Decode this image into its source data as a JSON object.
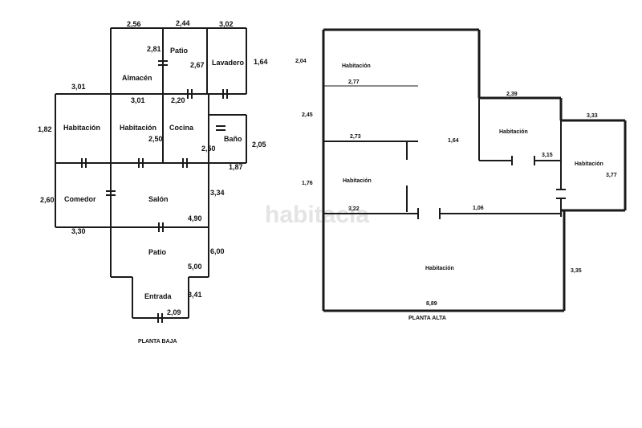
{
  "watermark": "habitacia",
  "planta_baja": {
    "title": "PLANTA BAJA",
    "rooms": {
      "almacen": "Almacén",
      "patio_top": "Patio",
      "lavadero": "Lavadero",
      "habitacion_left": "Habitación",
      "habitacion_mid": "Habitación",
      "cocina": "Cocina",
      "bano": "Baño",
      "comedor": "Comedor",
      "salon": "Salón",
      "patio": "Patio",
      "entrada": "Entrada"
    },
    "dims": {
      "d_2_56": "2,56",
      "d_2_44": "2,44",
      "d_3_02": "3,02",
      "d_2_81": "2,81",
      "d_2_67": "2,67",
      "d_1_64": "1,64",
      "d_3_01_a": "3,01",
      "d_3_01_b": "3,01",
      "d_2_20": "2,20",
      "d_1_82": "1,82",
      "d_2_50_a": "2,50",
      "d_2_50_b": "2,50",
      "d_2_05": "2,05",
      "d_1_87": "1,87",
      "d_2_60": "2,60",
      "d_3_34": "3,34",
      "d_4_90": "4,90",
      "d_3_30": "3,30",
      "d_6_00": "6,00",
      "d_5_00": "5,00",
      "d_3_41": "3,41",
      "d_2_09": "2,09"
    }
  },
  "planta_alta": {
    "title": "PLANTA ALTA",
    "rooms": {
      "hab_top_left": "Habitación",
      "hab_mid_left": "Habitación",
      "hab_right_a": "Habitación",
      "hab_right_b": "Habitación",
      "hab_bottom": "Habitación"
    },
    "dims": {
      "d_2_04": "2,04",
      "d_2_77": "2,77",
      "d_2_39": "2,39",
      "d_3_33": "3,33",
      "d_2_45": "2,45",
      "d_1_64": "1,64",
      "d_2_73": "2,73",
      "d_3_15": "3,15",
      "d_1_76": "1,76",
      "d_3_77": "3,77",
      "d_3_22": "3,22",
      "d_1_06": "1,06",
      "d_3_35": "3,35",
      "d_8_89": "8,89"
    }
  }
}
